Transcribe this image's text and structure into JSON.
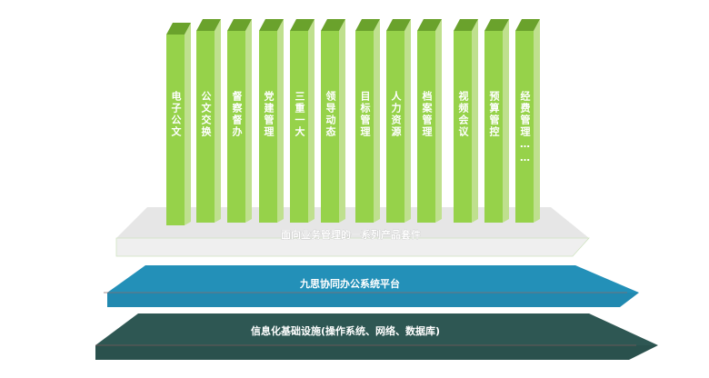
{
  "product_suite": {
    "label": "面向业务管理的一系列产品套件",
    "modules": [
      "电子公文",
      "公文交换",
      "督察督办",
      "党建管理",
      "三重一大",
      "领导动态",
      "目标管理",
      "人力资源",
      "档案管理",
      "视频会议",
      "预算管控",
      "经费管理……"
    ]
  },
  "platform_layer": {
    "label": "九思协同办公系统平台"
  },
  "infrastructure_layer": {
    "label": "信息化基础设施(操作系统、网络、数据库)"
  },
  "colors": {
    "column_front": "#96d24a",
    "column_side": "#bfe08e",
    "column_top": "#6aa22c",
    "suite_base": "#e4e4e4",
    "platform": "#2390b8",
    "infrastructure": "#2e5753"
  }
}
